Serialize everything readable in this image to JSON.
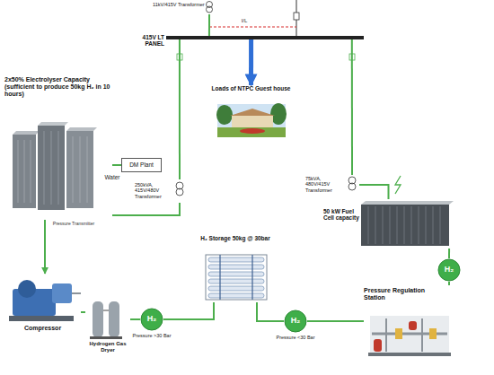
{
  "diagram": {
    "nodes": [
      {
        "text": [
          "11kV/415V Transformer"
        ]
      },
      {
        "text": [
          "415V LT PANEL"
        ]
      },
      {
        "text": [
          "250kVA, 415V/480V Transformer"
        ]
      },
      {
        "text": [
          "Loads of NTPC Guest house"
        ]
      },
      {
        "text": [
          "75kVA, 480V/415V Transformer"
        ]
      },
      {
        "text": [
          "2x50% Electrolyser Capacity (sufficient to produce 50kg H₂ in 10 hours)"
        ]
      },
      {
        "text": [
          "DM Plant"
        ]
      },
      {
        "text": [
          "50 kW Fuel Cell capacity"
        ]
      },
      {
        "text": [
          "Compressor"
        ]
      },
      {
        "text": [
          "Hydrogen Gas Dryer"
        ]
      },
      {
        "text": [
          "H₂"
        ]
      },
      {
        "text": [
          "H₂ Storage 50kg @ 30bar"
        ]
      },
      {
        "text": [
          "H₂"
        ]
      },
      {
        "text": [
          "Pressure Regulation Station"
        ]
      },
      {
        "text": [
          "H₂"
        ]
      }
    ],
    "edges": [
      {
        "from": 0,
        "to": 1,
        "arrow": "none"
      },
      {
        "from": 1,
        "to": 2,
        "arrow": "none"
      },
      {
        "from": 1,
        "to": 3,
        "arrow": "to"
      },
      {
        "from": 1,
        "to": 4,
        "arrow": "none"
      },
      {
        "from": 2,
        "to": 5,
        "arrow": "none"
      },
      {
        "from": 4,
        "to": 7,
        "arrow": "none"
      },
      {
        "from": 6,
        "to": 5,
        "arrow": "none",
        "label": "Water"
      },
      {
        "from": 5,
        "to": 8,
        "arrow": "to"
      },
      {
        "from": 8,
        "to": 9,
        "arrow": "none"
      },
      {
        "from": 9,
        "to": 10,
        "arrow": "none"
      },
      {
        "from": 10,
        "to": 11,
        "arrow": "none"
      },
      {
        "from": 11,
        "to": 12,
        "arrow": "none"
      },
      {
        "from": 12,
        "to": 13,
        "arrow": "none"
      },
      {
        "from": 13,
        "to": 14,
        "arrow": "none"
      },
      {
        "from": 14,
        "to": 7,
        "arrow": "none"
      }
    ],
    "labels": [
      "I/L",
      "Pressure Transmitter",
      "Pressure >30 Bar",
      "Pressure <30 Bar"
    ]
  }
}
